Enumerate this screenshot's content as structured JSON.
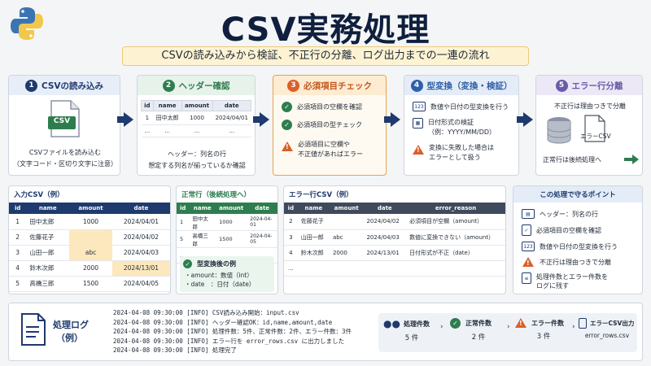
{
  "title": "CSV実務処理",
  "subtitle": "CSVの読み込みから検証、不正行の分離、ログ出力までの一連の流れ",
  "colors": {
    "navy": "#1e3a6e",
    "green": "#2e7d4f",
    "orange": "#d9602a",
    "blue": "#2f5fa7",
    "purple": "#6b5aa8"
  },
  "steps": [
    {
      "num": "1",
      "title": "CSVの読み込み",
      "icon_label": "CSV",
      "desc1": "CSVファイルを読み込む",
      "desc2": "（文字コード・区切り文字に注意）"
    },
    {
      "num": "2",
      "title": "ヘッダー確認",
      "table_headers": [
        "id",
        "name",
        "amount",
        "date"
      ],
      "table_row": [
        "1",
        "田中太郎",
        "1000",
        "2024/04/01"
      ],
      "ellipsis": "...",
      "desc1": "ヘッダー：列名の行",
      "desc2": "想定する列名が揃っているか確認"
    },
    {
      "num": "3",
      "title": "必須項目チェック",
      "items": [
        "必須項目の空欄を確認",
        "必須項目の型チェック"
      ],
      "warn1": "必須項目に空欄や",
      "warn2": "不正値があればエラー"
    },
    {
      "num": "4",
      "title": "型変換（変換・検証）",
      "item1": "数値や日付の型変換を行う",
      "item2a": "日付形式の検証",
      "item2b": "（例：YYYY/MM/DD）",
      "warn1": "変換に失敗した場合は",
      "warn2": "エラーとして扱う"
    },
    {
      "num": "5",
      "title": "エラー行分離",
      "desc1": "不正行は理由つきで分離",
      "file_label": "エラーCSV",
      "desc2": "正常行は後続処理へ"
    }
  ],
  "input_csv": {
    "title": "入力CSV（例）",
    "headers": [
      "id",
      "name",
      "amount",
      "date"
    ],
    "rows": [
      [
        "1",
        "田中太郎",
        "1000",
        "2024/04/01"
      ],
      [
        "2",
        "佐藤花子",
        "",
        "2024/04/02"
      ],
      [
        "3",
        "山田一郎",
        "abc",
        "2024/04/03"
      ],
      [
        "4",
        "鈴木次郎",
        "2000",
        "2024/13/01"
      ],
      [
        "5",
        "高橋三郎",
        "1500",
        "2024/04/05"
      ]
    ]
  },
  "valid_rows": {
    "title": "正常行（後続処理へ）",
    "headers": [
      "id",
      "name",
      "amount",
      "date"
    ],
    "rows": [
      [
        "1",
        "田中太郎",
        "1000",
        "2024-04-01"
      ],
      [
        "5",
        "高橋三郎",
        "1500",
        "2024-04-05"
      ],
      [
        "...",
        "...",
        "...",
        "..."
      ]
    ],
    "conv_title": "型変換後の例",
    "conv1": "・amount：数値（int）",
    "conv2": "・date　：日付（date）"
  },
  "error_rows": {
    "title": "エラー行CSV（例）",
    "headers": [
      "id",
      "name",
      "amount",
      "date",
      "error_reason"
    ],
    "rows": [
      [
        "2",
        "佐藤花子",
        "",
        "2024/04/02",
        "必須項目が空欄（amount）"
      ],
      [
        "3",
        "山田一郎",
        "abc",
        "2024/04/03",
        "数値に変換できない（amount）"
      ],
      [
        "4",
        "鈴木次郎",
        "2000",
        "2024/13/01",
        "日付形式が不正（date）"
      ],
      [
        "...",
        "",
        "",
        "",
        ""
      ]
    ]
  },
  "points": {
    "title": "この処理で守るポイント",
    "items": [
      "ヘッダー：列名の行",
      "必須項目の空欄を確認",
      "数値や日付の型変換を行う",
      "不正行は理由つきで分離",
      "処理件数とエラー件数を"
    ],
    "item5b": "ログに残す"
  },
  "log": {
    "title1": "処理ログ",
    "title2": "（例）",
    "lines": [
      "2024-04-08 09:30:00 [INFO] CSV読み込み開始：input.csv",
      "2024-04-08 09:30:00 [INFO] ヘッダー確認OK：id,name,amount,date",
      "2024-04-08 09:30:00 [INFO] 処理件数：5件、正常件数：2件、エラー件数：3件",
      "2024-04-08 09:30:00 [INFO] エラー行を error_rows.csv に出力しました",
      "2024-04-08 09:30:00 [INFO] 処理完了"
    ],
    "counts": [
      {
        "label": "処理件数",
        "value": "5 件"
      },
      {
        "label": "正常件数",
        "value": "2 件"
      },
      {
        "label": "エラー件数",
        "value": "3 件"
      },
      {
        "label": "エラーCSV出力",
        "value": "error_rows.csv"
      }
    ]
  }
}
